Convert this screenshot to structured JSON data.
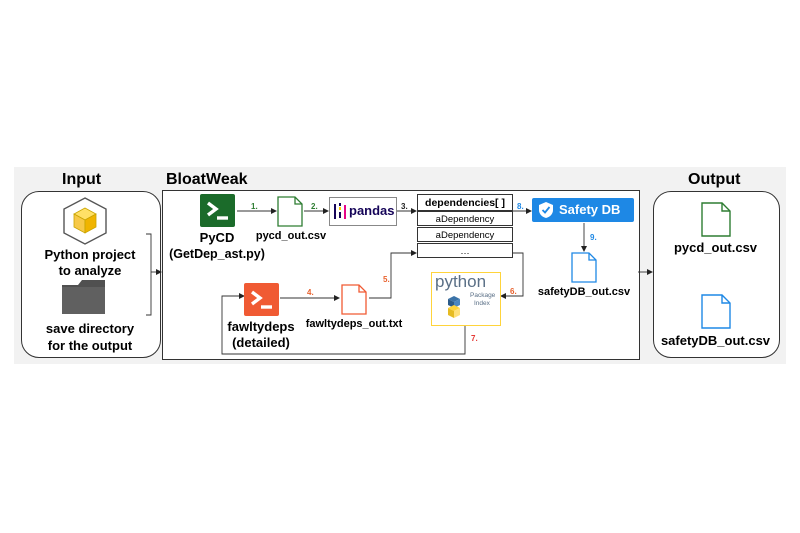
{
  "panels": {
    "input_title": "Input",
    "bloatweak_title": "BloatWeak",
    "output_title": "Output"
  },
  "input": {
    "project_label": [
      "Python project",
      "to analyze"
    ],
    "save_label": [
      "save directory",
      "for the output"
    ],
    "project_icon": "yellow-cube-icon",
    "save_icon": "folder-icon"
  },
  "nodes": {
    "pycd_name": "PyCD",
    "pycd_sub": "(GetDep_ast.py)",
    "pycd_file": "pycd_out.csv",
    "pandas": "pandas",
    "deps_header": "dependencies[ ]",
    "deps_items": [
      "aDependency",
      "aDependency",
      "…"
    ],
    "safety": "Safety DB",
    "safety_file": "safetyDB_out.csv",
    "pypi_word": "python",
    "pypi_sub1": "Package",
    "pypi_sub2": "Index",
    "fawlty_name": "fawltydeps",
    "fawlty_sub": "(detailed)",
    "fawlty_file": "fawltydeps_out.txt"
  },
  "steps": {
    "s1": "1.",
    "s2": "2.",
    "s3": "3.",
    "s4": "4.",
    "s5": "5.",
    "s6": "6.",
    "s7": "7.",
    "s8": "8.",
    "s9": "9."
  },
  "output": {
    "file1": "pycd_out.csv",
    "file2": "safetyDB_out.csv",
    "file2_icon": "blue-file-icon",
    "file1_icon": "green-file-icon"
  },
  "colors": {
    "pycd": "#1b6b2a",
    "fawlty": "#f05a33",
    "safety": "#1e88e5",
    "pandas": "#150458",
    "pypi_blue": "#3b73a8",
    "pypi_yellow": "#ffd43b",
    "step_green": "#2e7d32",
    "step_orange": "#e8612d",
    "step_blue": "#1e88e5",
    "step_red": "#e53935"
  }
}
